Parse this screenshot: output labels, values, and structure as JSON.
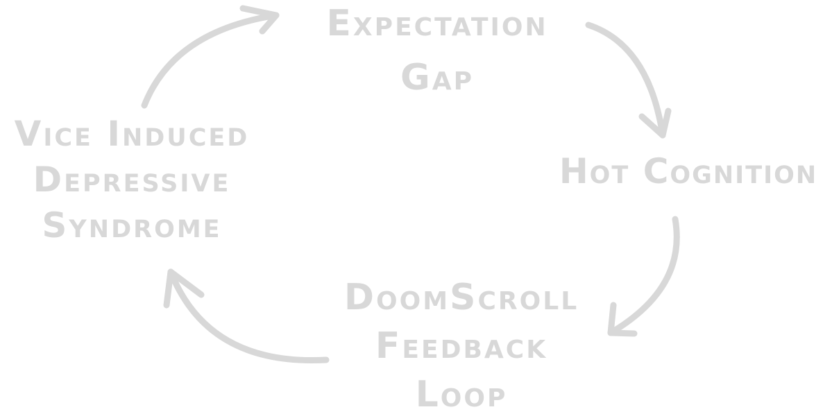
{
  "diagram": {
    "stroke_color": "#d8d8d8",
    "background": "#ffffff",
    "nodes": {
      "expectation_gap": [
        "Expectation",
        "Gap"
      ],
      "hot_cognition": [
        "Hot Cognition"
      ],
      "doomscroll": [
        "DoomScroll",
        "Feedback",
        "Loop"
      ],
      "vice": [
        "Vice Induced",
        "Depressive",
        "Syndrome"
      ]
    },
    "edges": [
      {
        "from": "Vice Induced Depressive Syndrome",
        "to": "Expectation Gap"
      },
      {
        "from": "Expectation Gap",
        "to": "Hot Cognition"
      },
      {
        "from": "Hot Cognition",
        "to": "DoomScroll Feedback Loop"
      },
      {
        "from": "DoomScroll Feedback Loop",
        "to": "Vice Induced Depressive Syndrome"
      }
    ]
  }
}
